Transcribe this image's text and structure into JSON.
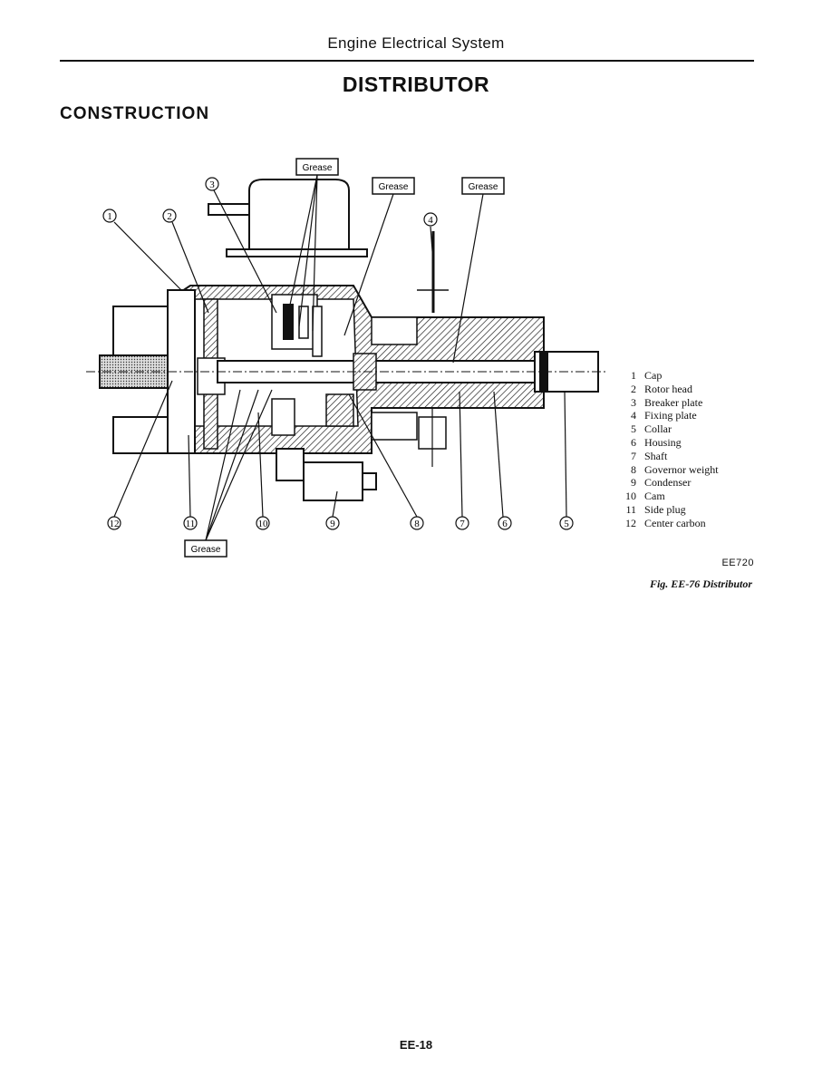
{
  "header": {
    "running_title": "Engine Electrical System"
  },
  "page_title": "DISTRIBUTOR",
  "section_title": "CONSTRUCTION",
  "figure": {
    "grease_label": "Grease",
    "callouts": [
      "1",
      "2",
      "3",
      "4",
      "5",
      "6",
      "7",
      "8",
      "9",
      "10",
      "11",
      "12"
    ],
    "legend": [
      {
        "num": "1",
        "label": "Cap"
      },
      {
        "num": "2",
        "label": "Rotor head"
      },
      {
        "num": "3",
        "label": "Breaker plate"
      },
      {
        "num": "4",
        "label": "Fixing plate"
      },
      {
        "num": "5",
        "label": "Collar"
      },
      {
        "num": "6",
        "label": "Housing"
      },
      {
        "num": "7",
        "label": "Shaft"
      },
      {
        "num": "8",
        "label": "Governor weight"
      },
      {
        "num": "9",
        "label": "Condenser"
      },
      {
        "num": "10",
        "label": "Cam"
      },
      {
        "num": "11",
        "label": "Side plug"
      },
      {
        "num": "12",
        "label": "Center carbon"
      }
    ],
    "code": "EE720",
    "caption": "Fig. EE-76 Distributor"
  },
  "footer": {
    "page_number": "EE-18"
  }
}
